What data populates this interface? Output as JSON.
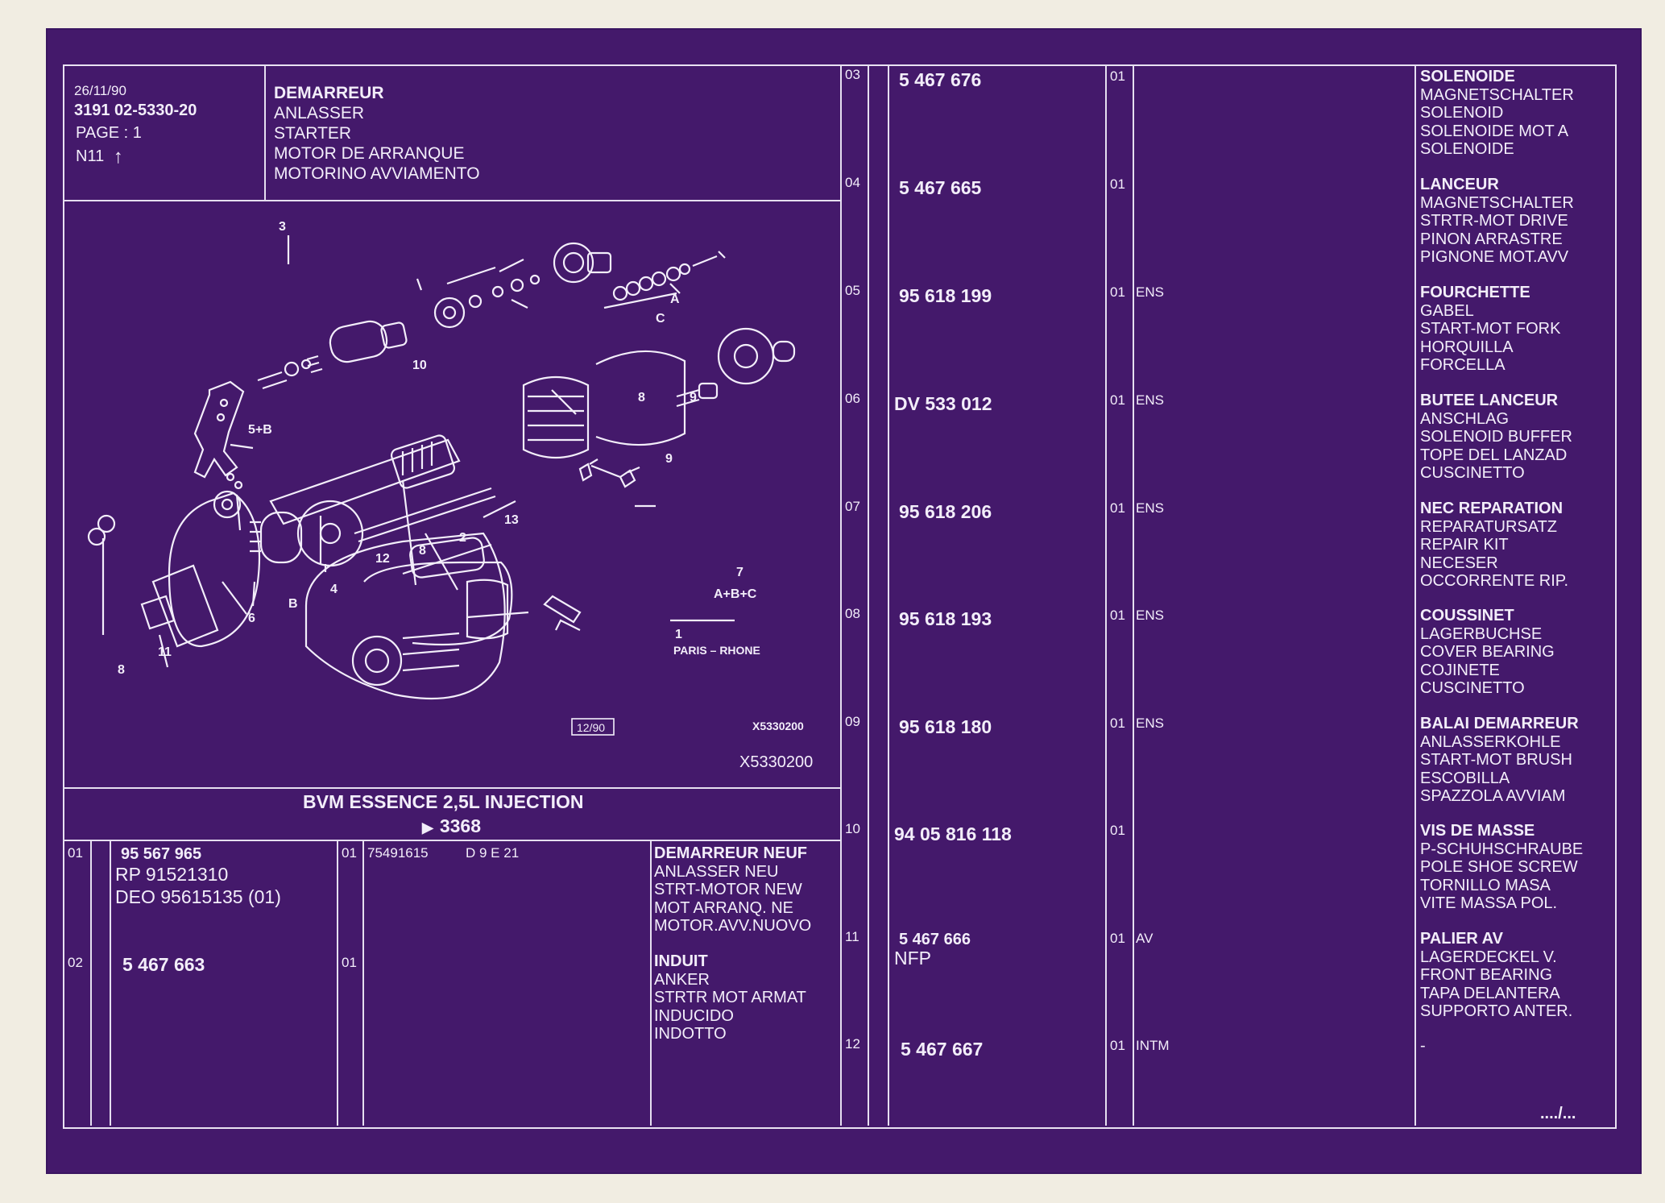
{
  "header": {
    "date": "26/11/90",
    "ref": "3191  02-5330-20",
    "page": "PAGE : 1",
    "section": "N11",
    "title": [
      "DEMARREUR",
      "ANLASSER",
      "STARTER",
      "MOTOR DE ARRANQUE",
      "MOTORINO AVVIAMENTO"
    ]
  },
  "diagram": {
    "labels": {
      "l3": "3",
      "lA": "A",
      "lC": "C",
      "l10": "10",
      "l8a": "8",
      "l9a": "9",
      "l5B": "5+B",
      "l9b": "9",
      "l13": "13",
      "l2": "2",
      "l8b": "8",
      "l12": "12",
      "l4": "4",
      "lB": "B",
      "l6": "6",
      "l11": "11",
      "l8c": "8",
      "l7": "7",
      "lABC": "A+B+C",
      "l1": "1",
      "brand": "PARIS – RHONE",
      "date_box": "12/90",
      "fig_ref": "X5330200"
    },
    "caption": "X5330200"
  },
  "application": {
    "title": "BVM ESSENCE 2,5L INJECTION",
    "code": "3368"
  },
  "left_rows": [
    {
      "item": "01",
      "part": "95 567 965",
      "extra": [
        "RP  91521310",
        "DEO  95615135 (01)"
      ],
      "qty": "01",
      "ref": "75491615",
      "var": "D 9 E 21",
      "desc": [
        "DEMARREUR NEUF",
        "ANLASSER NEU",
        "STRT-MOTOR NEW",
        "MOT ARRANQ. NE",
        "MOTOR.AVV.NUOVO"
      ]
    },
    {
      "item": "02",
      "part": "5 467 663",
      "extra": [],
      "qty": "01",
      "ref": "",
      "var": "",
      "desc": [
        "INDUIT",
        "ANKER",
        "STRTR MOT ARMAT",
        "INDUCIDO",
        "INDOTTO"
      ]
    }
  ],
  "right_rows": [
    {
      "item": "03",
      "part": "5 467 676",
      "extra": "",
      "qty": "01",
      "code": "",
      "desc": [
        "SOLENOIDE",
        "MAGNETSCHALTER",
        "SOLENOID",
        "SOLENOIDE MOT A",
        "SOLENOIDE"
      ]
    },
    {
      "item": "04",
      "part": "5 467 665",
      "extra": "",
      "qty": "01",
      "code": "",
      "desc": [
        "LANCEUR",
        "MAGNETSCHALTER",
        "STRTR-MOT DRIVE",
        "PINON ARRASTRE",
        "PIGNONE MOT.AVV"
      ]
    },
    {
      "item": "05",
      "part": "95 618 199",
      "extra": "",
      "qty": "01",
      "code": "ENS",
      "desc": [
        "FOURCHETTE",
        "GABEL",
        "START-MOT FORK",
        "HORQUILLA",
        "FORCELLA"
      ]
    },
    {
      "item": "06",
      "part": "DV 533 012",
      "extra": "",
      "qty": "01",
      "code": "ENS",
      "desc": [
        "BUTEE LANCEUR",
        "ANSCHLAG",
        "SOLENOID BUFFER",
        "TOPE DEL LANZAD",
        "CUSCINETTO"
      ]
    },
    {
      "item": "07",
      "part": "95 618 206",
      "extra": "",
      "qty": "01",
      "code": "ENS",
      "desc": [
        "NEC REPARATION",
        "REPARATURSATZ",
        "REPAIR KIT",
        "NECESER",
        "OCCORRENTE RIP."
      ]
    },
    {
      "item": "08",
      "part": "95 618 193",
      "extra": "",
      "qty": "01",
      "code": "ENS",
      "desc": [
        "COUSSINET",
        "LAGERBUCHSE",
        "COVER BEARING",
        "COJINETE",
        "CUSCINETTO"
      ]
    },
    {
      "item": "09",
      "part": "95 618 180",
      "extra": "",
      "qty": "01",
      "code": "ENS",
      "desc": [
        "BALAI DEMARREUR",
        "ANLASSERKOHLE",
        "START-MOT BRUSH",
        "ESCOBILLA",
        "SPAZZOLA AVVIAM"
      ]
    },
    {
      "item": "10",
      "part": "94 05 816 118",
      "extra": "",
      "qty": "01",
      "code": "",
      "desc": [
        "VIS DE MASSE",
        "P-SCHUHSCHRAUBE",
        "POLE SHOE SCREW",
        "TORNILLO MASA",
        "VITE MASSA POL."
      ]
    },
    {
      "item": "11",
      "part": "5 467 666",
      "extra": "NFP",
      "qty": "01",
      "code": "AV",
      "desc": [
        "PALIER AV",
        "LAGERDECKEL V.",
        "FRONT BEARING",
        "TAPA DELANTERA",
        "SUPPORTO ANTER."
      ]
    },
    {
      "item": "12",
      "part": "5 467 667",
      "extra": "",
      "qty": "01",
      "code": "INTM",
      "desc": [
        "-"
      ]
    }
  ],
  "footer": {
    "continued": "..../..."
  }
}
